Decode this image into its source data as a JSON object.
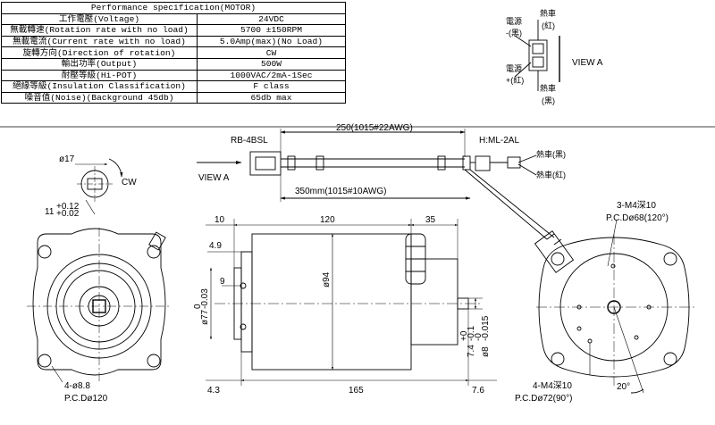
{
  "spec_table": {
    "title": "Performance specification(MOTOR)",
    "rows": [
      {
        "label": "工作電壓(Voltage)",
        "value": "24VDC"
      },
      {
        "label": "無載轉速(Rotation rate with no load)",
        "value": "5700 ±150RPM"
      },
      {
        "label": "無載電流(Current rate with no load)",
        "value": "5.0Amp(max)(No Load)"
      },
      {
        "label": "旋轉方向(Direction of rotation)",
        "value": "CW"
      },
      {
        "label": "輸出功率(Output)",
        "value": "500W"
      },
      {
        "label": "耐壓等級(Hi-POT)",
        "value": "1000VAC/2mA-1Sec"
      },
      {
        "label": "絕緣等級(Insulation Classification)",
        "value": "F class"
      },
      {
        "label": "噪音值(Noise)(Background 45db)",
        "value": "65db max"
      }
    ]
  },
  "connector_view": {
    "neg_label_1": "電源",
    "neg_label_2": "-(黑)",
    "pos_label_1": "電源",
    "pos_label_2": "+(紅)",
    "top_label_1": "熱車",
    "top_label_2": "(紅)",
    "bot_label_1": "熱車",
    "bot_label_2": "(黑)",
    "view_label": "VIEW A"
  },
  "cable": {
    "connector_name": "RB-4BSL",
    "length_top": "250(1015#22AWG)",
    "length_bottom": "350mm(1015#10AWG)",
    "terminal_name": "H:ML-2AL",
    "wire_black": "熱車(黑)",
    "wire_red": "熱車(紅)",
    "view_label": "VIEW A"
  },
  "shaft_detail": {
    "diameter": "ø17",
    "rotation": "CW",
    "dim_a": "11",
    "tol_a_up": "+0.12",
    "tol_a_dn": "+0.02"
  },
  "front_view": {
    "holes": "4-ø8.8",
    "pcd": "P.C.Dø120"
  },
  "side_view": {
    "dim_10": "10",
    "dim_120": "120",
    "dim_35": "35",
    "dim_4_9": "4.9",
    "dim_9": "9",
    "dim_94": "ø94",
    "dim_77": "ø77",
    "dim_77_tol": "0",
    "dim_77_tol2": "-0.03",
    "dim_4_3": "4.3",
    "dim_165": "165",
    "dim_7_6": "7.6",
    "dim_7_4": "7.4",
    "dim_7_4_tol1": "+0",
    "dim_7_4_tol2": "-0.1",
    "dim_8": "ø8",
    "dim_8_tol1": "-0",
    "dim_8_tol2": "-0.015"
  },
  "rear_view": {
    "holes_top": "3-M4深10",
    "pcd_top": "P.C.Dø68(120°)",
    "holes_bottom": "4-M4深10",
    "pcd_bottom": "P.C.Dø72(90°)",
    "angle": "20°"
  }
}
